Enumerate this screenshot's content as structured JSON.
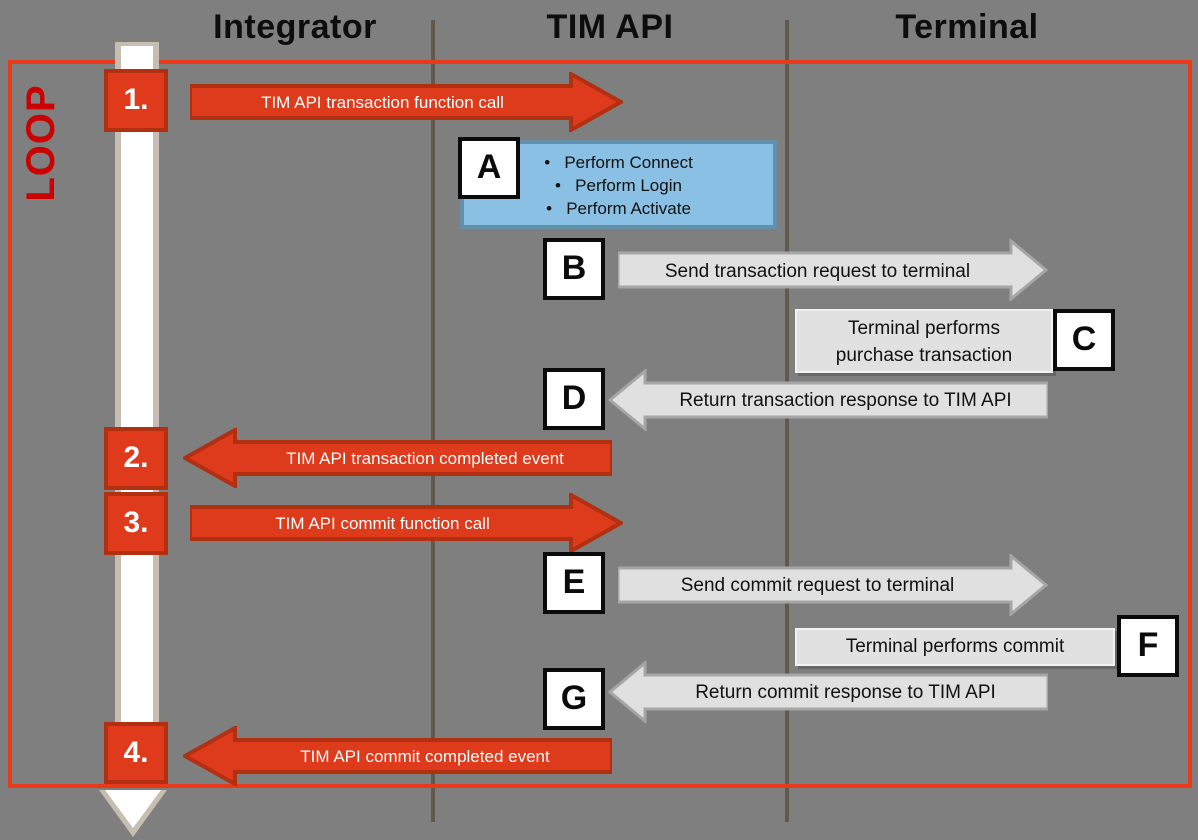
{
  "columns": {
    "integrator": "Integrator",
    "tim_api": "TIM API",
    "terminal": "Terminal"
  },
  "loop": {
    "label": "LOOP"
  },
  "numbered_steps": {
    "s1": {
      "number": "1.",
      "label": "TIM API transaction function call",
      "direction": "right"
    },
    "s2": {
      "number": "2.",
      "label": "TIM API transaction completed event",
      "direction": "left"
    },
    "s3": {
      "number": "3.",
      "label": "TIM API commit function call",
      "direction": "right"
    },
    "s4": {
      "number": "4.",
      "label": "TIM API commit completed event",
      "direction": "left"
    }
  },
  "lettered_steps": {
    "a": {
      "letter": "A",
      "line1": "Perform Connect",
      "line2": "Perform Login",
      "line3": "Perform Activate"
    },
    "b": {
      "letter": "B",
      "label": "Send transaction request to terminal",
      "direction": "right"
    },
    "c": {
      "letter": "C",
      "line1": "Terminal performs",
      "line2": "purchase transaction"
    },
    "d": {
      "letter": "D",
      "label": "Return transaction response to TIM API",
      "direction": "left"
    },
    "e": {
      "letter": "E",
      "label": "Send commit request to terminal",
      "direction": "right"
    },
    "f": {
      "letter": "F",
      "label": "Terminal performs commit"
    },
    "g": {
      "letter": "G",
      "label": "Return commit response to TIM API",
      "direction": "left"
    }
  },
  "colors": {
    "background": "#7f7f7f",
    "divider": "#615a4c",
    "red_fill": "#de3a1c",
    "red_border": "#b23012",
    "loop_border": "#e8391b",
    "loop_text": "#cc0000",
    "gray_arrow_fill": "#e0e0e0",
    "gray_arrow_border": "#a6a6a6",
    "note_fill": "#8ac0e4",
    "note_border": "#6590ac",
    "info_fill": "#e1e1e1",
    "timeline_fill": "#ffffff",
    "timeline_border": "#c6beb0"
  }
}
